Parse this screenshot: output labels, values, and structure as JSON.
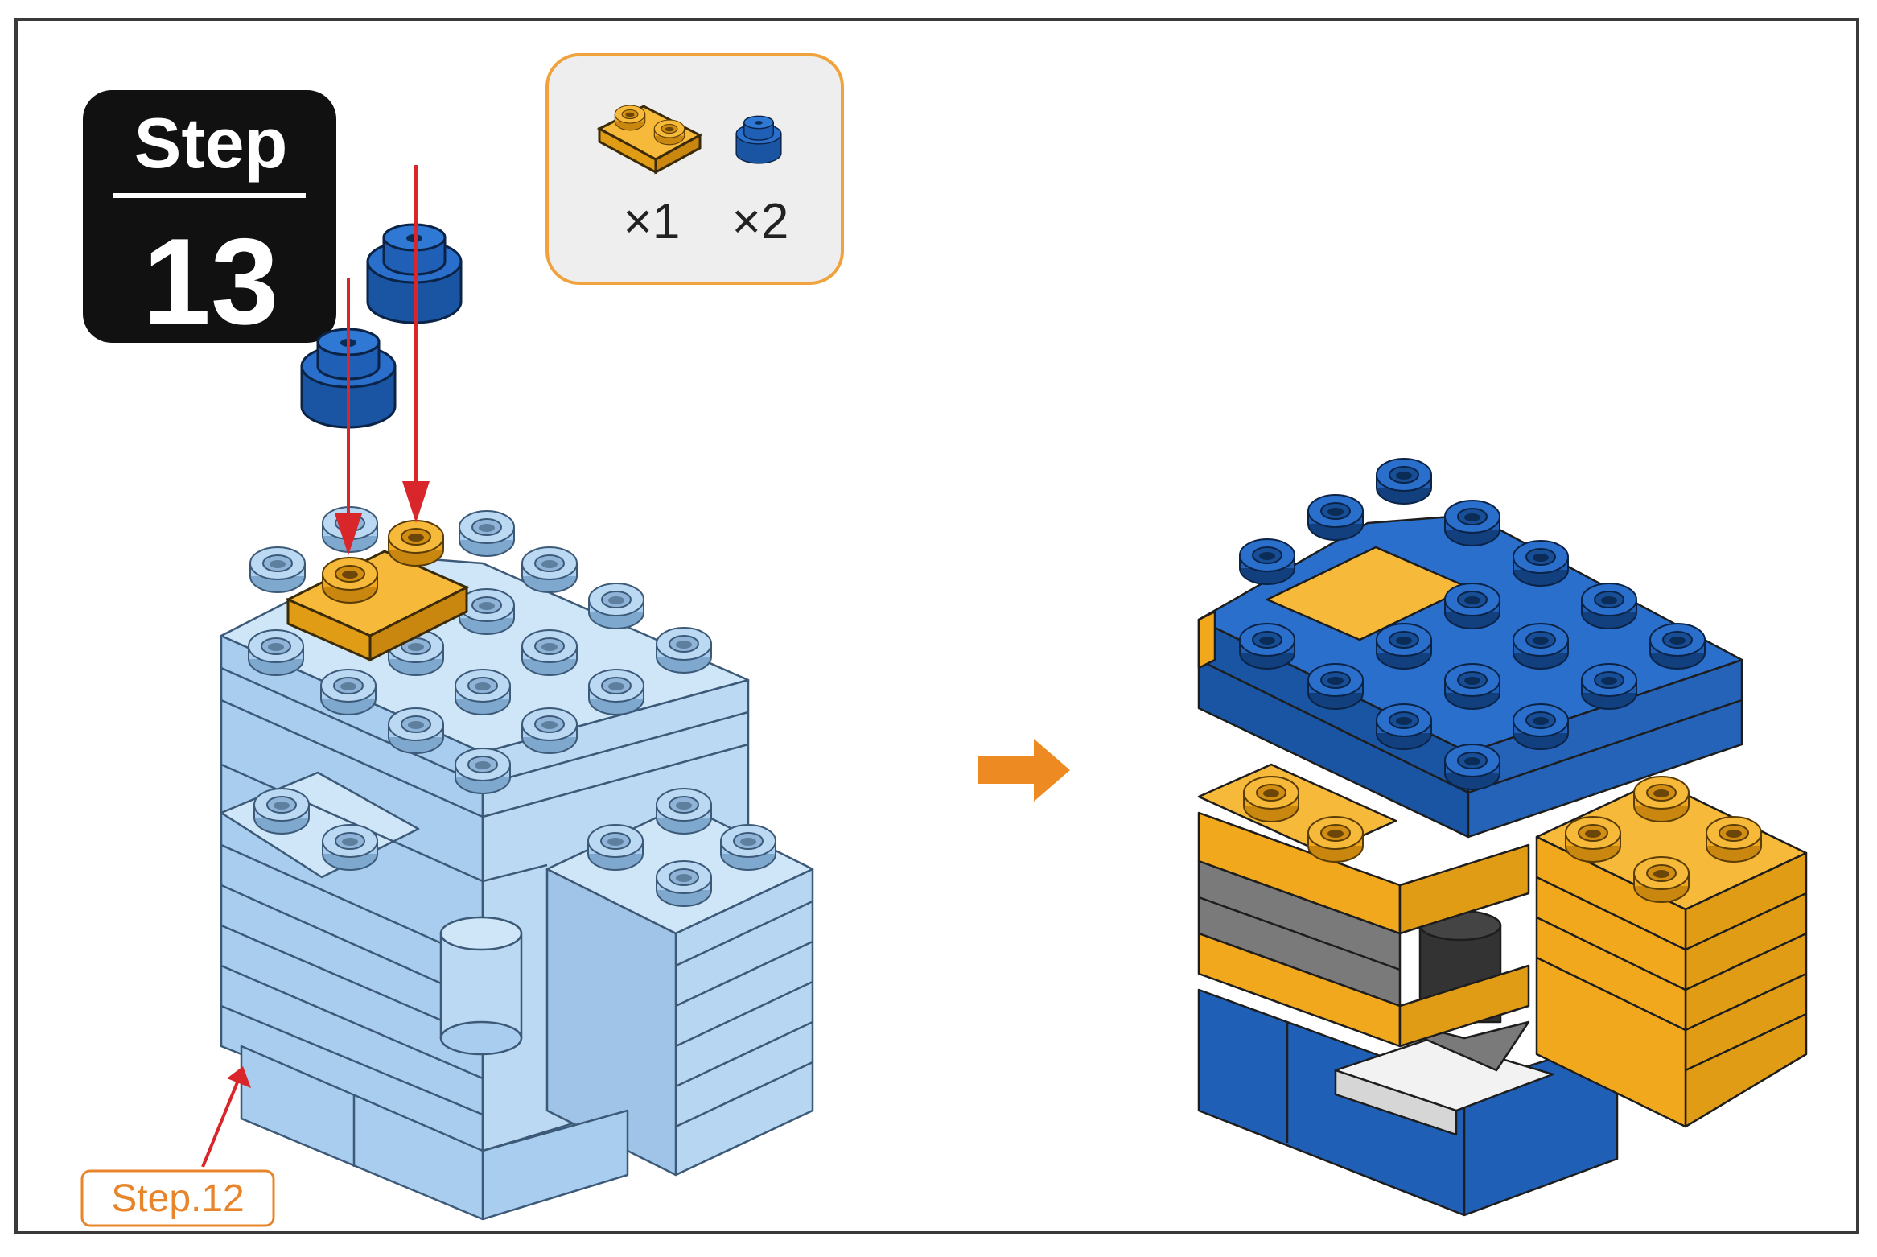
{
  "step": {
    "word": "Step",
    "number": "13"
  },
  "parts_box": {
    "items": [
      {
        "name": "yellow-1x2-plate",
        "color": "#f2a81d",
        "quantity": "×1"
      },
      {
        "name": "blue-round-stud",
        "color": "#1f5fb5",
        "quantity": "×2"
      }
    ]
  },
  "reference_label": "Step.12",
  "colors": {
    "light_blue": "#a9cdee",
    "blue": "#1f5fb5",
    "yellow": "#f2a81d",
    "gray": "#7a7a7a",
    "dark": "#333333",
    "white_part": "#e6e6e6",
    "arrow_red": "#d9262b",
    "next_arrow": "#ee8a22",
    "frame_orange": "#f0a23c"
  }
}
